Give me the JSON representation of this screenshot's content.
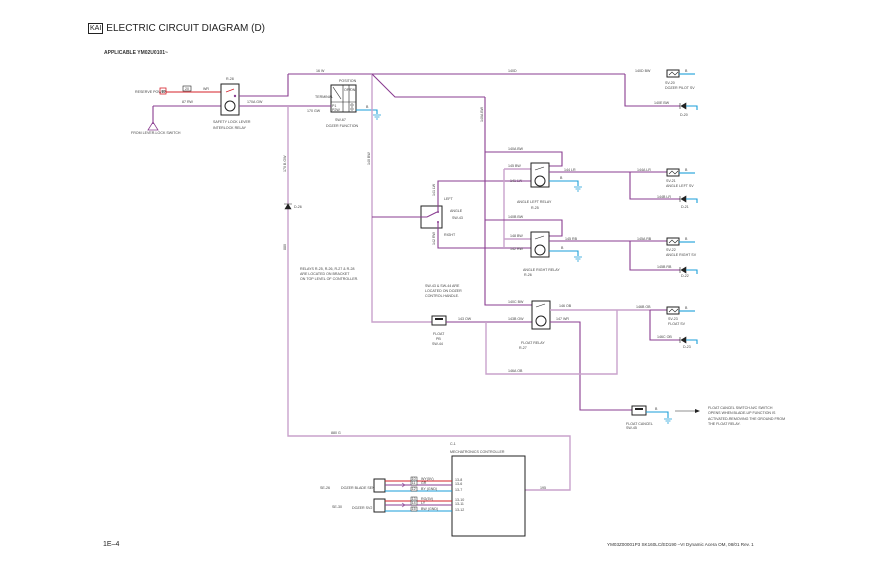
{
  "header": {
    "badge": "KAI",
    "title": "ELECTRIC CIRCUIT DIAGRAM (D)",
    "applicable": "APPLICABLE YM02U0101~"
  },
  "footer": {
    "page": "1E–4",
    "doc_ref": "YM03Z00001P3 SK160LC/ED190   –VI Dynamic Acera OM, 08/01  Rev. 1"
  },
  "components": {
    "reserve_power": "RESERVE POWER",
    "reserve_conn": "30",
    "fuse_no": "20",
    "wire_wr": "WR",
    "wire_87rw": "87  RW",
    "from_lever": "FROM LEVER-LOCK SWITCH",
    "r28": "R-28",
    "safety_relay_1": "SAFETY LOCK LEVER",
    "safety_relay_2": "INTERLOCK RELAY",
    "wire_170a": "170A GW",
    "wire_16w": "16  W",
    "position": "POSITION",
    "terminal": "TERMINAL",
    "off": "OFF",
    "on": "ON",
    "term_p1": "P1",
    "term_p2": "P2W",
    "wire_170gw": "170 GW",
    "sw67": "SW-67",
    "dozer_function": "DOZER FUNCTION",
    "wire_140d": "140D",
    "wire_140dbw": "140D BW",
    "sw20": "SV-20",
    "dozer_pilot": "DOZER PILOT SV",
    "wire_140ebw": "140E BW",
    "d20": "D-20",
    "b": "B",
    "wire_170bgw": "170 B GW",
    "d26": "D-26",
    "wire_140bw": "140 BW",
    "wire_140abw": "140A BW",
    "wire_145bw": "145  BW",
    "wire_141lw": "141 LW",
    "wire_144lr": "144 LR",
    "r25": "R-25",
    "angle_left_relay": "ANGLE LEFT RELAY",
    "wire_144alr": "144A  LR",
    "sv21": "SV-21",
    "angle_left_sv": "ANGLE LEFT SV",
    "wire_144blr": "144B LR",
    "d21": "D-21",
    "left": "LEFT",
    "angle": "ANGLE",
    "sw43": "SW-43",
    "right": "RIGHT",
    "wire_141lwv": "141 LW",
    "wire_142rwv": "142 RW",
    "wire_140bbw": "140B BW",
    "wire_148bw": "148 BW",
    "wire_142rw": "142 RW",
    "wire_145rb": "145 RB",
    "r26": "R-26",
    "angle_right_relay": "ANGLE RIGHT RELAY",
    "wire_145arb": "145A RB",
    "sv22": "SV-22",
    "angle_right_sv": "ANGLE RIGHT SV",
    "wire_145brb": "145B RB",
    "d22": "D-22",
    "relays_note": [
      "RELAYS R-25, R-26, R-27 & R-28",
      "ARE LOCATED ON BRACKET",
      "ON TOP LEVEL OF CONTROLLER."
    ],
    "sw_note": [
      "SW-43 & SW-44 ARE",
      "LOCATED ON DOZER",
      "CONTROL HANDLE."
    ],
    "float_pb": [
      "FLOAT",
      "PB",
      "SW-44"
    ],
    "wire_143ow": "143 OW",
    "wire_140cbw": "140C  BW",
    "wire_143bow": "143B  OW",
    "wire_146ob": "146 OB",
    "wire_147wr": "147 WR",
    "float_relay": "FLOAT RELAY",
    "r27": "R-27",
    "wire_146bob": "146B OB",
    "sv23": "SV-23",
    "float_sv": "FLOAT SV",
    "wire_146cob": "146C OB",
    "d23": "D-23",
    "wire_146aob": "146A  OB",
    "float_cancel": "FLOAT CANCEL",
    "float_cancel_sw": "SW-45",
    "float_note": [
      "FLOAT CANCEL SWITCH-N/C SWITCH",
      "OPENS WHEN BLADE-UP FUNCTION IS",
      "ACTIVATED-REMOVING THE GROUND FROM",
      "THE FLOAT RELAY."
    ],
    "wire_880g": "880  G",
    "wire_880": "880",
    "c1": "C-1",
    "mech_controller": "MECHATRONICS CONTROLLER",
    "wire_195": "195",
    "se26": "SE-26",
    "dozer_blade_sens": "DOZER BLADE SENS",
    "se30": "SE-30",
    "dozer_sens2": "DOZER SV2",
    "pins": [
      {
        "no": "10",
        "wire": "WY(5V)",
        "term": "13-8"
      },
      {
        "no": "11",
        "wire": "GR",
        "term": "13-6"
      },
      {
        "no": "12",
        "wire": "BY  (GND)",
        "term": "13-7"
      },
      {
        "no": "13",
        "wire": "RG(5V)",
        "term": "13-10"
      },
      {
        "no": "14",
        "wire": "LY",
        "term": "13-11"
      },
      {
        "no": "15",
        "wire": "BW  (GND)",
        "term": "13-12"
      }
    ]
  },
  "colors": {
    "wire_main": "#8a3d91",
    "wire_light": "#c9a2cc",
    "wire_power": "#d4202a",
    "wire_ground": "#1a9ed8"
  }
}
